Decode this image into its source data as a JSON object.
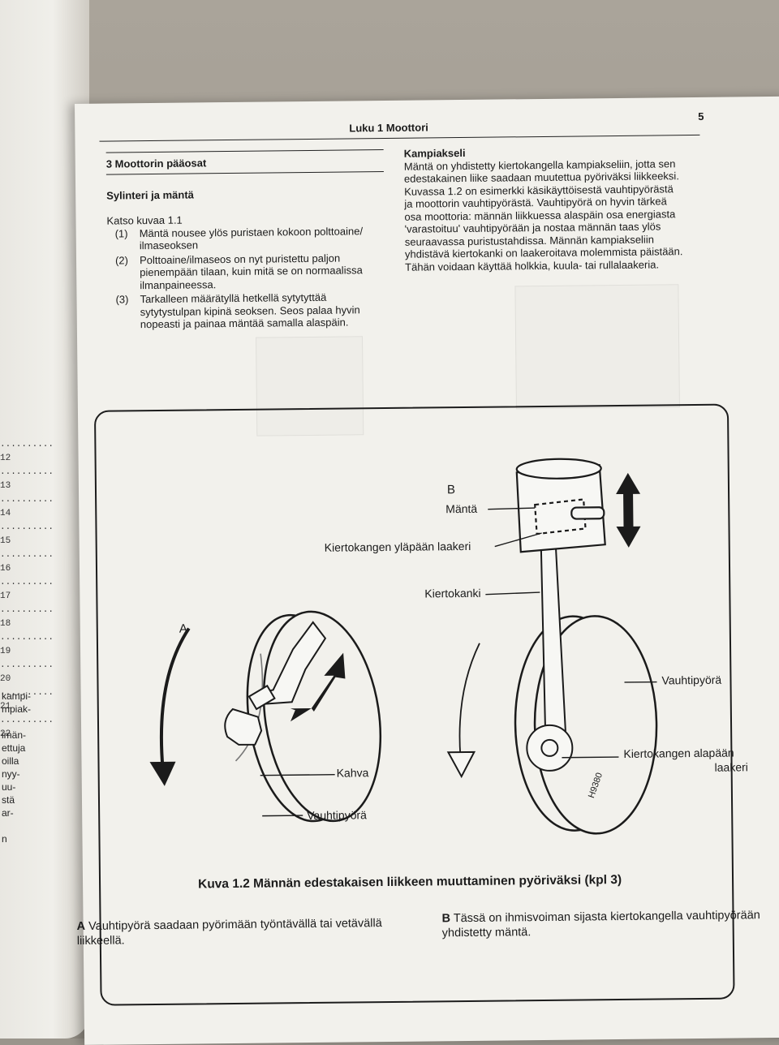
{
  "header": {
    "chapter": "Luku 1  Moottori",
    "page_number": "5"
  },
  "left_col": {
    "section_title": "3  Moottorin pääosat",
    "subheading": "Sylinteri ja mäntä",
    "intro": "Katso kuvaa 1.1",
    "items": [
      {
        "num": "(1)",
        "text": "Mäntä nousee ylös puristaen kokoon polttoaine/ ilmaseoksen"
      },
      {
        "num": "(2)",
        "text": "Polttoaine/ilmaseos on nyt puristettu paljon pienempään tilaan, kuin mitä se on normaalissa ilmanpaineessa."
      },
      {
        "num": "(3)",
        "text": "Tarkalleen määrätyllä hetkellä sytytyttää sytytystulpan kipinä seoksen. Seos palaa hyvin nopeasti ja painaa mäntää samalla alaspäin."
      }
    ]
  },
  "right_col": {
    "subheading": "Kampiakseli",
    "paragraph": "Mäntä on yhdistetty kiertokangella kampiakseliin, jotta sen edestakainen liike saadaan muutettua pyöriväksi liikkeeksi. Kuvassa 1.2 on esimerkki käsikäyttöisestä vauhtipyörästä ja moottorin vauhtipyörästä. Vauhtipyörä on hyvin tärkeä osa moottoria: männän liikkuessa alaspäin osa energiasta 'varastoituu' vauhtipyörään ja nostaa männän taas ylös seuraavassa puristustahdissa. Männän kampiakseliin yhdistävä kiertokanki on laakeroitava molemmista päistään. Tähän voidaan käyttää holkkia, kuula- tai rullalaakeria."
  },
  "figure": {
    "label_a": "A",
    "label_b": "B",
    "a_labels": {
      "handle": "Kahva",
      "flywheel": "Vauhtipyörä"
    },
    "b_labels": {
      "piston": "Mäntä",
      "small_end": "Kiertokangen yläpään laakeri",
      "rod": "Kiertokanki",
      "flywheel": "Vauhtipyörä",
      "big_end_1": "Kiertokangen alapään",
      "big_end_2": "laakeri"
    },
    "code": "H9380",
    "caption": "Kuva 1.2 Männän edestakaisen liikkeen muuttaminen pyöriväksi (kpl 3)",
    "caption_a_letter": "A",
    "caption_a": "Vauhtipyörä saadaan pyörimään työntävällä tai vetävällä liikkeellä.",
    "caption_b_letter": "B",
    "caption_b": "Tässä on ihmisvoiman sijasta kiertokangella vauhtipyörään yhdistetty mäntä."
  },
  "left_page": {
    "toc_numbers": [
      "12",
      "13",
      "14",
      "15",
      "16",
      "17",
      "18",
      "19",
      "20",
      "21",
      "22"
    ],
    "fragments": [
      "kampi-",
      "mpiak-",
      "",
      "imän-",
      "ettuja",
      "oilla",
      "nyy-",
      "uu-",
      "stä",
      "ar-",
      "",
      "n"
    ]
  }
}
